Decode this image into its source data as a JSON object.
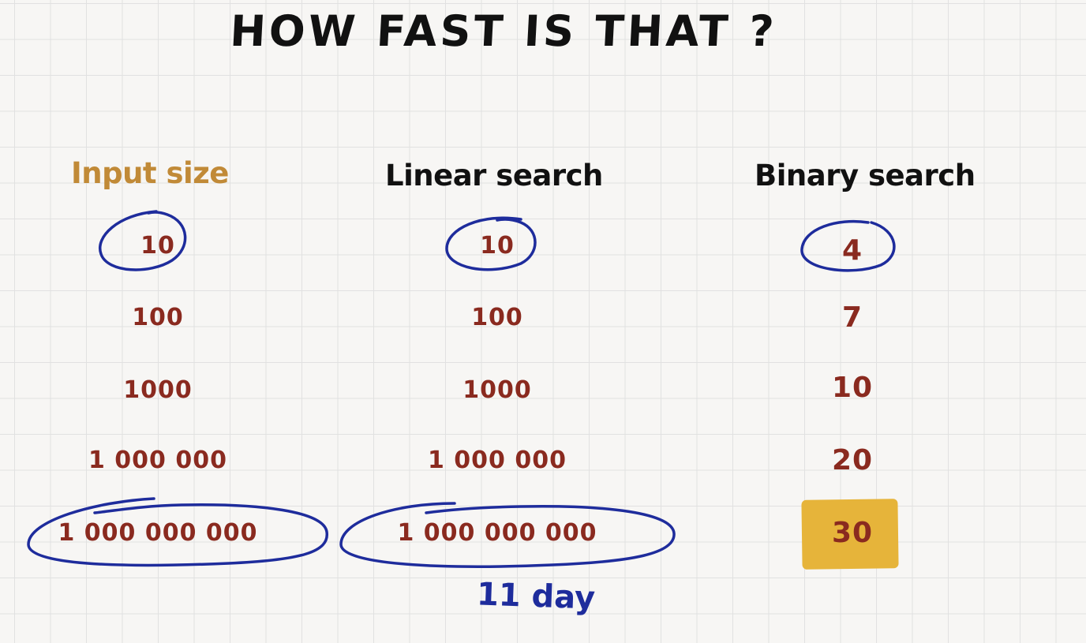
{
  "title": "HOW FAST IS THAT ?",
  "columns": {
    "input_size": "Input size",
    "linear_search": "Linear search",
    "binary_search": "Binary search"
  },
  "rows": [
    {
      "input_size": "10",
      "linear_search": "10",
      "binary_search": "4"
    },
    {
      "input_size": "100",
      "linear_search": "100",
      "binary_search": "7"
    },
    {
      "input_size": "1000",
      "linear_search": "1000",
      "binary_search": "10"
    },
    {
      "input_size": "1 000 000",
      "linear_search": "1 000 000",
      "binary_search": "20"
    },
    {
      "input_size": "1 000 000 000",
      "linear_search": "1 000 000 000",
      "binary_search": "30"
    }
  ],
  "annotation": {
    "linear_time": "11 day"
  },
  "colors": {
    "ink_black": "#111111",
    "header_orange": "#c18a37",
    "value_red": "#8a2a1f",
    "circle_blue": "#1e2c9c",
    "highlight_yellow": "#e6b43a"
  }
}
